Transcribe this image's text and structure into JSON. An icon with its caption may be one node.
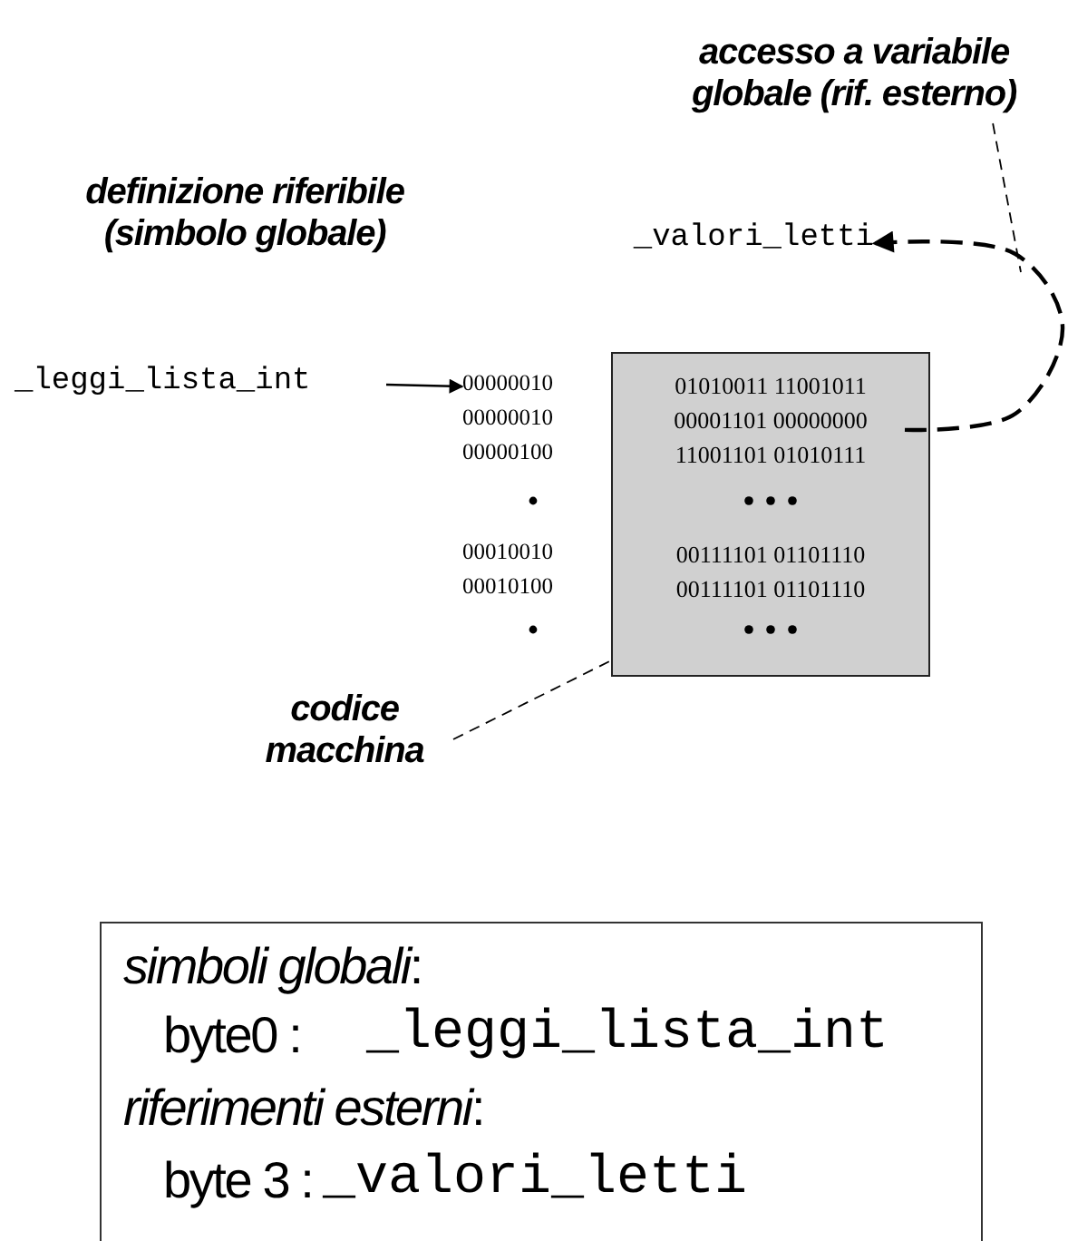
{
  "diagram": {
    "nodes": [
      {
        "text": [
          "_leggi_lista_int"
        ]
      },
      {
        "text": [
          "00000010"
        ]
      },
      {
        "text": [
          "01010011 11001011",
          "00001101 00000000",
          "11001101 01010111",
          "00111101 01101110",
          "00111101 01101110"
        ]
      },
      {
        "text": [
          "_valori_letti"
        ]
      },
      {
        "text": [
          "accesso a variabile globale (rif. esterno)"
        ]
      },
      {
        "text": [
          "codice macchina"
        ]
      },
      {
        "text": [
          "*simboli globali*:",
          "byte0 :",
          "_leggi_lista_int",
          "*riferimenti esterni*:",
          "byte 3 :",
          "_valori_letti"
        ]
      }
    ],
    "edges": [
      {
        "from": 0,
        "to": 1,
        "arrow": "to"
      },
      {
        "from": 2,
        "to": 3,
        "arrow": "to",
        "style": "dashed"
      },
      {
        "from": 4,
        "to": null,
        "arrow": "none",
        "style": "dashed"
      },
      {
        "from": 5,
        "to": 2,
        "arrow": "none",
        "style": "dashed"
      }
    ],
    "labels": [
      "definizione riferibile (simbolo globale)",
      "00000010",
      "00000100",
      "00010010",
      "00010100"
    ]
  }
}
